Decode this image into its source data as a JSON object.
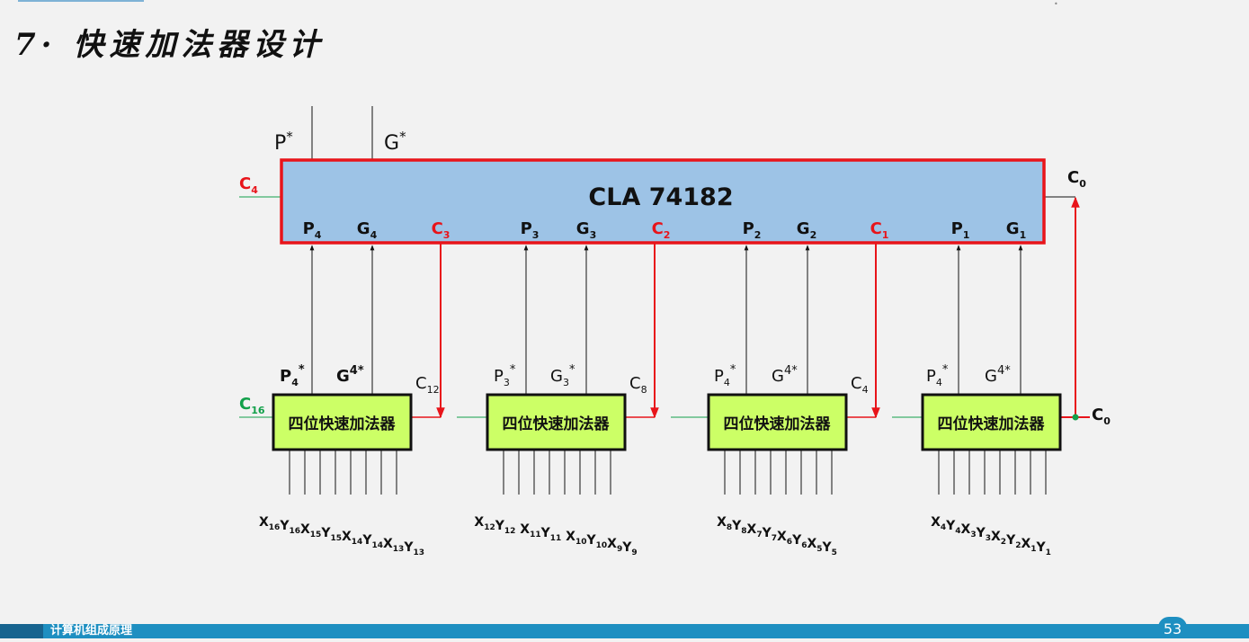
{
  "slide": {
    "title": "7· 快速加法器设计",
    "footer": "计算机组成原理",
    "page_number": "53"
  },
  "colors": {
    "red": "#e8141a",
    "green": "#12a04a",
    "cla_fill": "#9dc3e6",
    "adder_fill": "#ccff66"
  },
  "cla": {
    "name": "CLA  74182",
    "out_p": "P",
    "out_g": "G",
    "star": "*",
    "c4_in": {
      "base": "C",
      "sub": "4"
    },
    "c0_in": {
      "base": "C",
      "sub": "0"
    },
    "ports": [
      {
        "base": "P",
        "sub": "4",
        "red": false
      },
      {
        "base": "G",
        "sub": "4",
        "red": false
      },
      {
        "base": "C",
        "sub": "3",
        "red": true
      },
      {
        "base": "P",
        "sub": "3",
        "red": false
      },
      {
        "base": "G",
        "sub": "3",
        "red": false
      },
      {
        "base": "C",
        "sub": "2",
        "red": true
      },
      {
        "base": "P",
        "sub": "2",
        "red": false
      },
      {
        "base": "G",
        "sub": "2",
        "red": false
      },
      {
        "base": "C",
        "sub": "1",
        "red": true
      },
      {
        "base": "P",
        "sub": "1",
        "red": false
      },
      {
        "base": "G",
        "sub": "1",
        "red": false
      }
    ]
  },
  "adders": [
    {
      "label": "四位快速加法器",
      "p_out": {
        "base": "P",
        "sub": "4",
        "sup": "*",
        "bold": true
      },
      "g_out": {
        "base": "G",
        "sup": "4*",
        "bold": true
      },
      "carry_out": {
        "base": "C",
        "sub": "12"
      },
      "inputs": [
        [
          "X",
          "16"
        ],
        [
          "Y",
          "16"
        ],
        [
          "X",
          "15"
        ],
        [
          "Y",
          "15"
        ],
        [
          "X",
          "14"
        ],
        [
          "Y",
          "14"
        ],
        [
          "X",
          "13"
        ],
        [
          "Y",
          "13"
        ]
      ]
    },
    {
      "label": "四位快速加法器",
      "p_out": {
        "base": "P",
        "sub": "3",
        "sup": "*",
        "bold": false
      },
      "g_out": {
        "base": "G",
        "sub": "3",
        "sup": "*",
        "bold": false
      },
      "carry_out": {
        "base": "C",
        "sub": "8"
      },
      "inputs": [
        [
          "X",
          "12"
        ],
        [
          "Y",
          "12"
        ],
        [
          " X",
          "11"
        ],
        [
          "Y",
          "11"
        ],
        [
          " X",
          "10"
        ],
        [
          "Y",
          "10"
        ],
        [
          "X",
          "9"
        ],
        [
          "Y",
          "9"
        ]
      ]
    },
    {
      "label": "四位快速加法器",
      "p_out": {
        "base": "P",
        "sub": "4",
        "sup": "*",
        "bold": false
      },
      "g_out": {
        "base": "G",
        "sup": "4*",
        "bold": false
      },
      "carry_out": {
        "base": "C",
        "sub": "4"
      },
      "inputs": [
        [
          "X",
          "8"
        ],
        [
          "Y",
          "8"
        ],
        [
          "X",
          "7"
        ],
        [
          "Y",
          "7"
        ],
        [
          "X",
          "6"
        ],
        [
          "Y",
          "6"
        ],
        [
          "X",
          "5"
        ],
        [
          "Y",
          "5"
        ]
      ]
    },
    {
      "label": "四位快速加法器",
      "p_out": {
        "base": "P",
        "sub": "4",
        "sup": "*",
        "bold": false
      },
      "g_out": {
        "base": "G",
        "sup": "4*",
        "bold": false
      },
      "carry_out": null,
      "inputs": [
        [
          "X",
          "4"
        ],
        [
          "Y",
          "4"
        ],
        [
          "X",
          "3"
        ],
        [
          "Y",
          "3"
        ],
        [
          "X",
          "2"
        ],
        [
          "Y",
          "2"
        ],
        [
          "X",
          "1"
        ],
        [
          "Y",
          "1"
        ]
      ]
    }
  ],
  "c16_in": {
    "base": "C",
    "sub": "16"
  },
  "c0_adder_in": {
    "base": "C",
    "sub": "0"
  }
}
